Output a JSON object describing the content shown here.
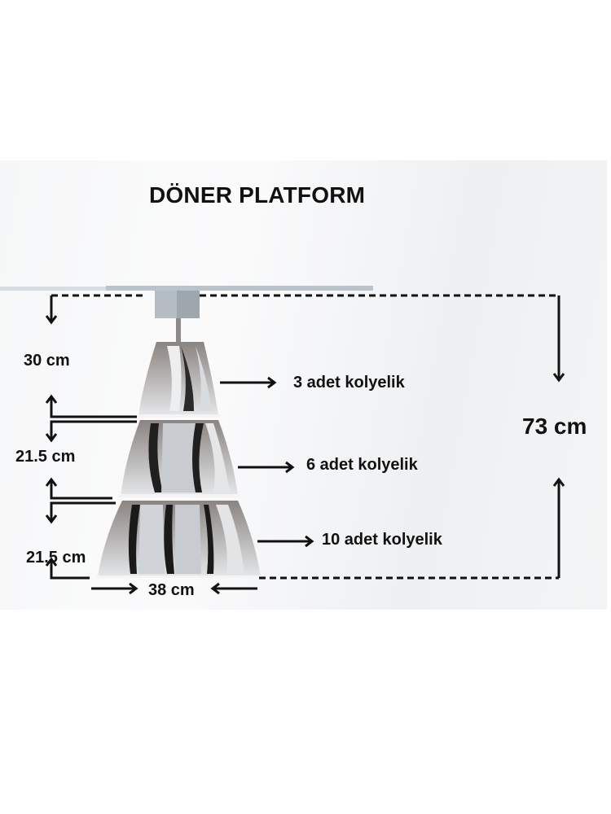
{
  "title": "DÖNER PLATFORM",
  "dimensions": {
    "tier1_height": "30 cm",
    "tier2_height": "21.5 cm",
    "tier3_height": "21.5 cm",
    "base_width": "38 cm",
    "total_height": "73 cm"
  },
  "tiers": [
    {
      "label": "3 adet kolyelik"
    },
    {
      "label": "6 adet kolyelik"
    },
    {
      "label": "10 adet kolyelik"
    }
  ],
  "colors": {
    "text": "#111111",
    "shelf_light": "#c9cdd2",
    "shelf_dark": "#7a7470",
    "slot": "#1a1a1a",
    "top_plate": "#b8c2cc"
  }
}
